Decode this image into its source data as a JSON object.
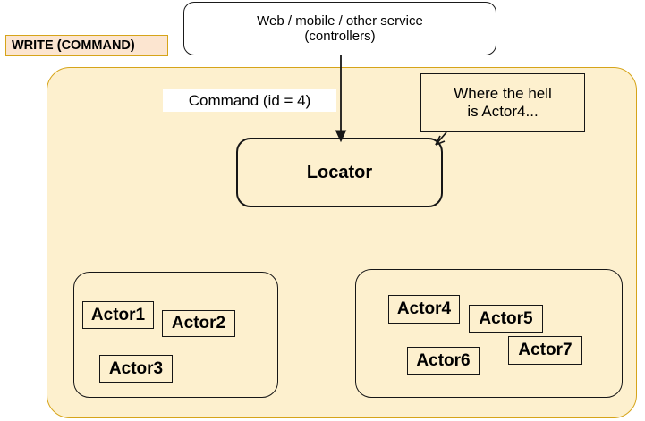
{
  "diagram": {
    "title_region": {
      "label": "WRITE (COMMAND)",
      "fill_color": "#FCE5D0",
      "border_color": "#D6A419"
    },
    "region": {
      "fill_color": "#FDF0CE",
      "border_color": "#D6A419"
    },
    "service": {
      "line1": "Web / mobile / other service",
      "line2": "(controllers)"
    },
    "edges": [
      {
        "name": "command-edge",
        "label": "Command (id = 4)",
        "from": "service",
        "to": "locator"
      }
    ],
    "locator": {
      "label": "Locator"
    },
    "callout": {
      "line1": "Where the hell",
      "line2": "is Actor4...",
      "points_to": "locator"
    },
    "actor_groups": [
      {
        "name": "actor-group-left",
        "actors": [
          {
            "label": "Actor1"
          },
          {
            "label": "Actor2"
          },
          {
            "label": "Actor3"
          }
        ]
      },
      {
        "name": "actor-group-right",
        "actors": [
          {
            "label": "Actor4"
          },
          {
            "label": "Actor5"
          },
          {
            "label": "Actor6"
          },
          {
            "label": "Actor7"
          }
        ]
      }
    ]
  }
}
